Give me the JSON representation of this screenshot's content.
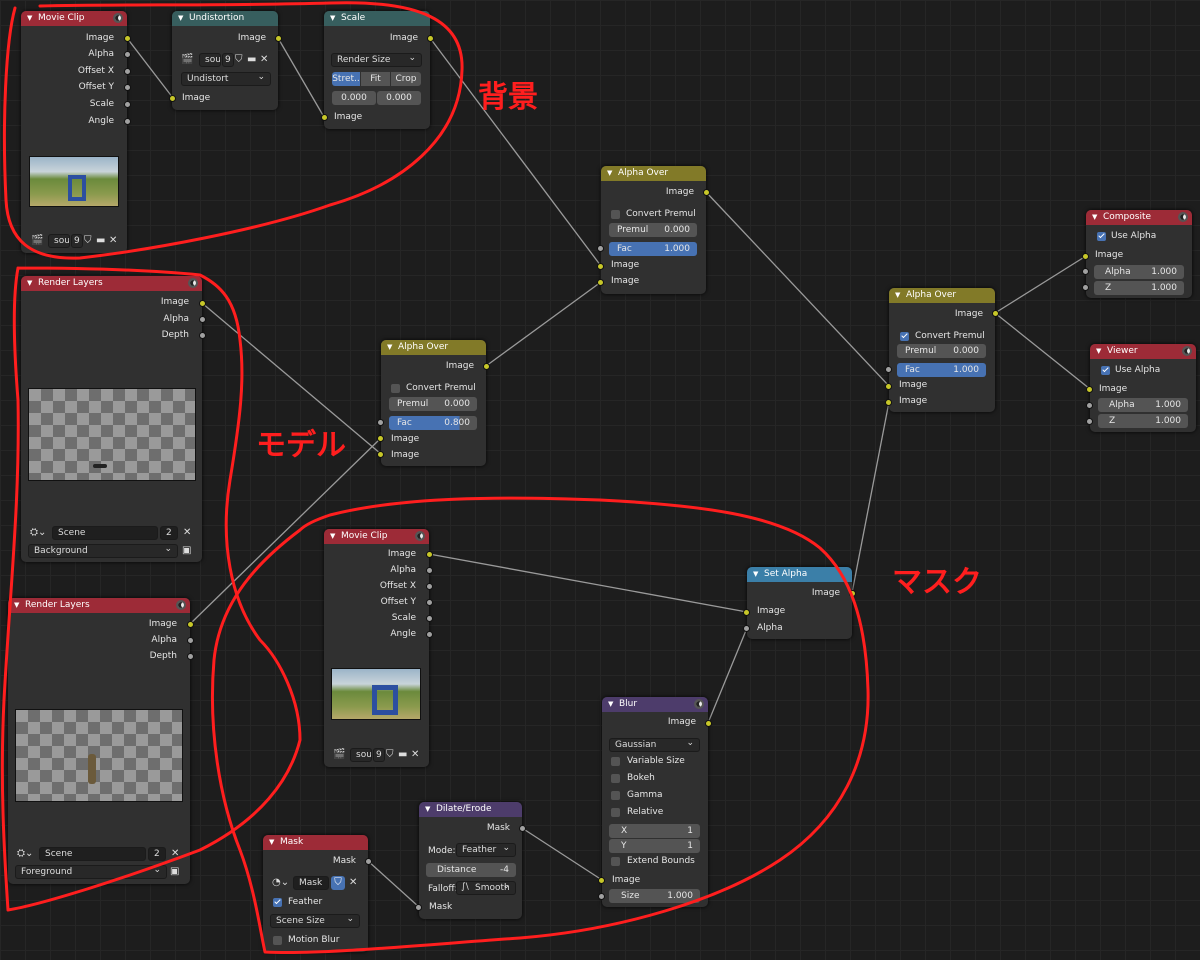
{
  "nodes": {
    "movieclip1": {
      "title": "Movie Clip",
      "outputs": [
        "Image",
        "Alpha",
        "Offset X",
        "Offset Y",
        "Scale",
        "Angle"
      ],
      "clip_name": "sou",
      "users": "9"
    },
    "undistortion": {
      "title": "Undistortion",
      "out": "Image",
      "in": "Image",
      "clip_name": "sou",
      "users": "9",
      "method": "Undistort"
    },
    "scale": {
      "title": "Scale",
      "out": "Image",
      "in": "Image",
      "space": "Render Size",
      "seg": [
        "Stret..",
        "Fit",
        "Crop"
      ],
      "x": "0.000",
      "y": "0.000"
    },
    "renderlayers1": {
      "title": "Render Layers",
      "outputs": [
        "Image",
        "Alpha",
        "Depth"
      ],
      "scene": "Scene",
      "num": "2",
      "layer": "Background"
    },
    "renderlayers2": {
      "title": "Render Layers",
      "outputs": [
        "Image",
        "Alpha",
        "Depth"
      ],
      "scene": "Scene",
      "num": "2",
      "layer": "Foreground"
    },
    "alphaover_mid": {
      "title": "Alpha Over",
      "out": "Image",
      "convert": "Convert Premul",
      "premul_label": "Premul",
      "premul": "0.000",
      "fac_label": "Fac",
      "fac": "0.800",
      "in1": "Image",
      "in2": "Image"
    },
    "alphaover_top": {
      "title": "Alpha Over",
      "out": "Image",
      "convert": "Convert Premul",
      "premul_label": "Premul",
      "premul": "0.000",
      "fac_label": "Fac",
      "fac": "1.000",
      "in1": "Image",
      "in2": "Image"
    },
    "alphaover_right": {
      "title": "Alpha Over",
      "out": "Image",
      "convert": "Convert Premul",
      "premul_label": "Premul",
      "premul": "0.000",
      "fac_label": "Fac",
      "fac": "1.000",
      "in1": "Image",
      "in2": "Image"
    },
    "composite": {
      "title": "Composite",
      "use_alpha": "Use Alpha",
      "in": "Image",
      "alpha_label": "Alpha",
      "alpha": "1.000",
      "z_label": "Z",
      "z": "1.000"
    },
    "viewer": {
      "title": "Viewer",
      "use_alpha": "Use Alpha",
      "in": "Image",
      "alpha_label": "Alpha",
      "alpha": "1.000",
      "z_label": "Z",
      "z": "1.000"
    },
    "movieclip2": {
      "title": "Movie Clip",
      "outputs": [
        "Image",
        "Alpha",
        "Offset X",
        "Offset Y",
        "Scale",
        "Angle"
      ],
      "clip_name": "sou",
      "users": "9"
    },
    "setalpha": {
      "title": "Set Alpha",
      "out": "Image",
      "in1": "Image",
      "in2": "Alpha"
    },
    "blur": {
      "title": "Blur",
      "out": "Image",
      "filter": "Gaussian",
      "options": [
        "Variable Size",
        "Bokeh",
        "Gamma",
        "Relative"
      ],
      "x_label": "X",
      "x": "1",
      "y_label": "Y",
      "y": "1",
      "extend": "Extend Bounds",
      "in": "Image",
      "size_label": "Size",
      "size": "1.000"
    },
    "dilate": {
      "title": "Dilate/Erode",
      "out": "Mask",
      "mode_label": "Mode:",
      "mode": "Feather",
      "distance_label": "Distance",
      "distance": "-4",
      "falloff_label": "Falloff:",
      "falloff": "Smooth",
      "in": "Mask"
    },
    "mask": {
      "title": "Mask",
      "out": "Mask",
      "mask_name": "Mask",
      "feather": "Feather",
      "size": "Scene Size",
      "motion_blur": "Motion Blur"
    }
  },
  "annotations": {
    "background": "背景",
    "model": "モデル",
    "mask": "マスク"
  },
  "colors": {
    "socket_color": "#c7c729",
    "socket_value": "#a1a1a1",
    "link": "#9a9a9a",
    "annotation": "#ff1e1e"
  }
}
